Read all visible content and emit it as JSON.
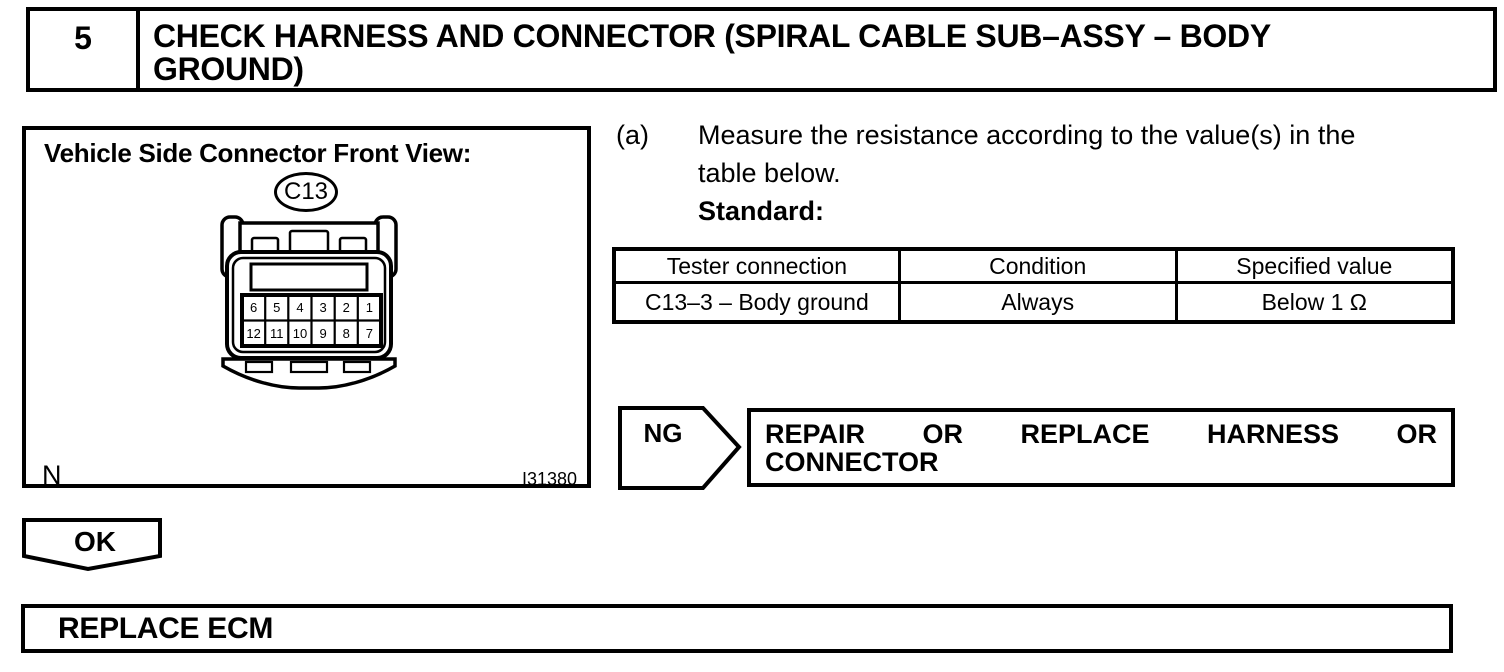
{
  "step_header": {
    "number": "5",
    "title_line1": "CHECK HARNESS AND CONNECTOR (SPIRAL CABLE SUB–ASSY – BODY",
    "title_line2": "GROUND)"
  },
  "figure": {
    "caption": "Vehicle Side Connector Front View:",
    "connector_label": "C13",
    "pins_top": [
      "6",
      "5",
      "4",
      "3",
      "2",
      "1"
    ],
    "pins_bottom": [
      "12",
      "11",
      "10",
      "9",
      "8",
      "7"
    ],
    "note_letter": "N",
    "figure_code": "I31380"
  },
  "instruction": {
    "item_letter": "(a)",
    "line1": "Measure the resistance according to the value(s) in the",
    "line2": "table below.",
    "standard_label": "Standard:"
  },
  "spec_table": {
    "headers": [
      "Tester connection",
      "Condition",
      "Specified value"
    ],
    "rows": [
      [
        "C13–3 – Body ground",
        "Always",
        "Below 1 Ω"
      ]
    ]
  },
  "ng_branch": {
    "label": "NG",
    "action_words_line1": [
      "REPAIR",
      "OR",
      "REPLACE",
      "HARNESS",
      "OR"
    ],
    "action_line2": "CONNECTOR"
  },
  "ok_branch": {
    "label": "OK"
  },
  "final_action": {
    "label": "REPLACE ECM"
  }
}
